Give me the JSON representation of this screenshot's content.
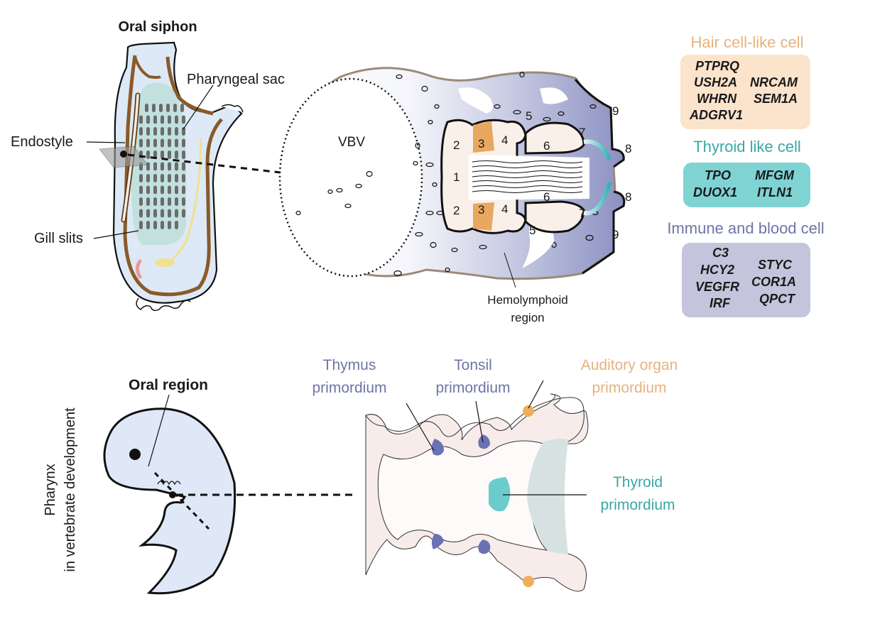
{
  "colors": {
    "hair": "#e8b27e",
    "hair_box": "#fbe3cc",
    "thyroid": "#3aa7a7",
    "thyroid_box": "#7fd3d3",
    "immune": "#6f74a8",
    "immune_box": "#c4c4dc",
    "tunicate_fill": "#dde9f6",
    "sac_fill": "#bfe0dc",
    "brown": "#8a5a28",
    "embryo_fill": "#dfe8f6",
    "pharynx_fill": "#f7ecea",
    "thymus_blob": "#6a72b4",
    "auditory_blob": "#f0ae5a",
    "thyroid_blob": "#6ccccc",
    "orange_cell": "#e8a860",
    "teal_stalk": "#3ab8b8"
  },
  "tunicate": {
    "title": "Oral siphon",
    "labels": {
      "pharyngeal_sac": "Pharyngeal sac",
      "endostyle": "Endostyle",
      "gill_slits": "Gill slits"
    }
  },
  "cross_section": {
    "vbv": "VBV",
    "zones": [
      "1",
      "2",
      "3",
      "4",
      "5",
      "6",
      "7",
      "8",
      "9"
    ],
    "hemolymphoid": [
      "Hemolymphoid",
      "region"
    ]
  },
  "legend": [
    {
      "title": "Hair cell-like cell",
      "genes": [
        "PTPRQ",
        "USH2A",
        "NRCAM",
        "WHRN",
        "SEM1A",
        "ADGRV1"
      ]
    },
    {
      "title": "Thyroid like cell",
      "genes": [
        "TPO",
        "MFGM",
        "DUOX1",
        "ITLN1"
      ]
    },
    {
      "title": "Immune and blood cell",
      "genes": [
        "C3",
        "HCY2",
        "VEGFR",
        "IRF",
        "STYC",
        "COR1A",
        "QPCT"
      ]
    }
  ],
  "vertebrate": {
    "side_label": [
      "Pharynx",
      "in vertebrate development"
    ],
    "oral_region": "Oral region",
    "thymus": [
      "Thymus",
      "primordium"
    ],
    "tonsil": [
      "Tonsil",
      "primordium"
    ],
    "auditory": [
      "Auditory organ",
      "primordium"
    ],
    "thyroid": [
      "Thyroid",
      "primordium"
    ]
  }
}
